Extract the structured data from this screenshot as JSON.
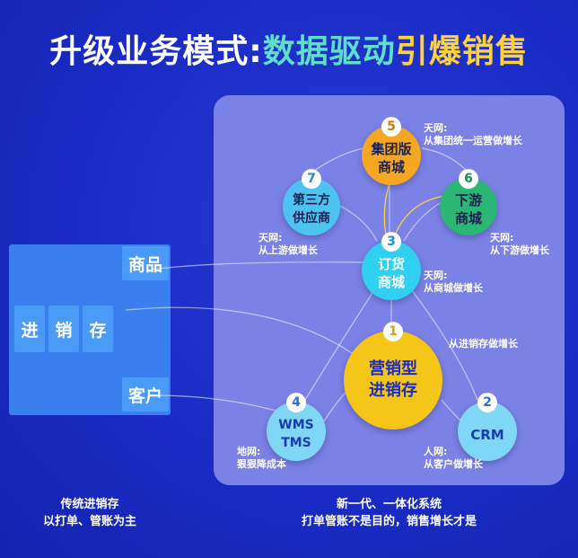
{
  "title": {
    "part1": "升级业务模式:",
    "part2": "数据驱动",
    "part3": "引爆销售"
  },
  "left_panel": {
    "boxes": [
      "商品",
      "进",
      "销",
      "存",
      "客户"
    ],
    "caption_line1": "传统进销存",
    "caption_line2": "以打单、管账为主"
  },
  "right_panel": {
    "caption_line1": "新一代、一体化系统",
    "caption_line2": "打单管账不是目的，销售增长才是"
  },
  "nodes": [
    {
      "num": "1",
      "line1": "营销型",
      "line2": "进销存",
      "color": "#f5c518",
      "text_color": "#1a2bc4"
    },
    {
      "num": "2",
      "line1": "CRM",
      "line2": "",
      "color": "#7fd6f5",
      "text_color": "#1a3bb0"
    },
    {
      "num": "3",
      "line1": "订货",
      "line2": "商城",
      "color": "#2fd0f0",
      "text_color": "#ffffff"
    },
    {
      "num": "4",
      "line1": "WMS",
      "line2": "TMS",
      "color": "#7fd6f5",
      "text_color": "#1a3bb0"
    },
    {
      "num": "5",
      "line1": "集团版",
      "line2": "商城",
      "color": "#f5a623",
      "text_color": "#1a2050"
    },
    {
      "num": "6",
      "line1": "下游",
      "line2": "商城",
      "color": "#2bb673",
      "text_color": "#1a2050"
    },
    {
      "num": "7",
      "line1": "第三方",
      "line2": "供应商",
      "color": "#4ec3f2",
      "text_color": "#1a2050"
    }
  ],
  "notes": {
    "n5": [
      "天网:",
      "从集团统一运营做增长"
    ],
    "n7": [
      "天网:",
      "从上游做增长"
    ],
    "n6": [
      "天网:",
      "从下游做增长"
    ],
    "n3": [
      "天网:",
      "从商城做增长"
    ],
    "n1": [
      "从进销存做增长"
    ],
    "n4": [
      "地网:",
      "狠狠降成本"
    ],
    "n2": [
      "人网:",
      "从客户做增长"
    ]
  }
}
